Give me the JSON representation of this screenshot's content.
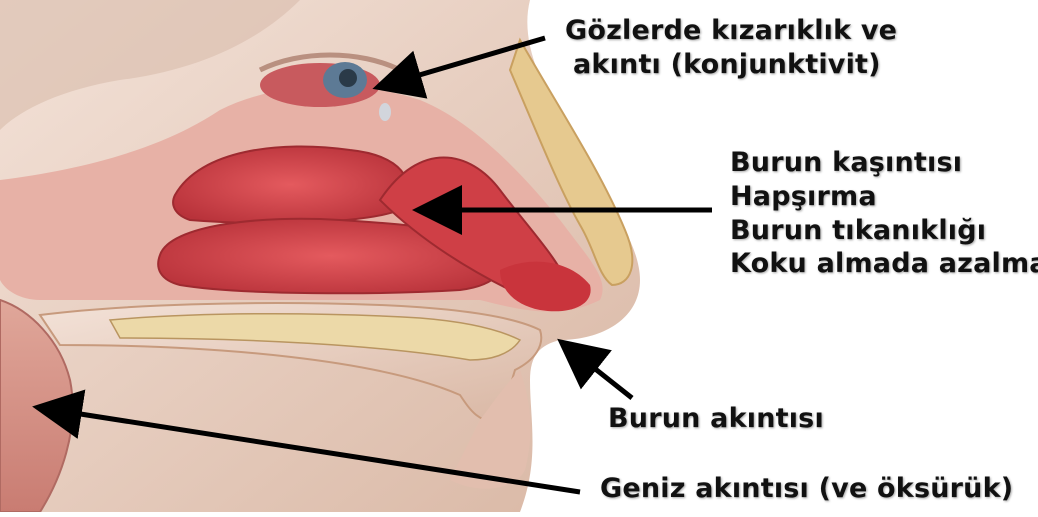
{
  "labels": {
    "conjunctivitis": [
      "Gözlerde kızarıklık ve",
      "akıntı (konjunktivit)"
    ],
    "nasal_symptoms": [
      "Burun kaşıntısı",
      "Hapşırma",
      "Burun tıkanıklığı",
      "Koku almada azalma"
    ],
    "nasal_discharge": "Burun akıntısı",
    "postnasal_drip": "Geniz akıntısı (ve öksürük)"
  },
  "colors": {
    "skin": "#e9d1c3",
    "mucosa": "#d9444a",
    "mucosa_dark": "#b02a33",
    "bone": "#ecd9a8",
    "arrow": "#000000"
  }
}
